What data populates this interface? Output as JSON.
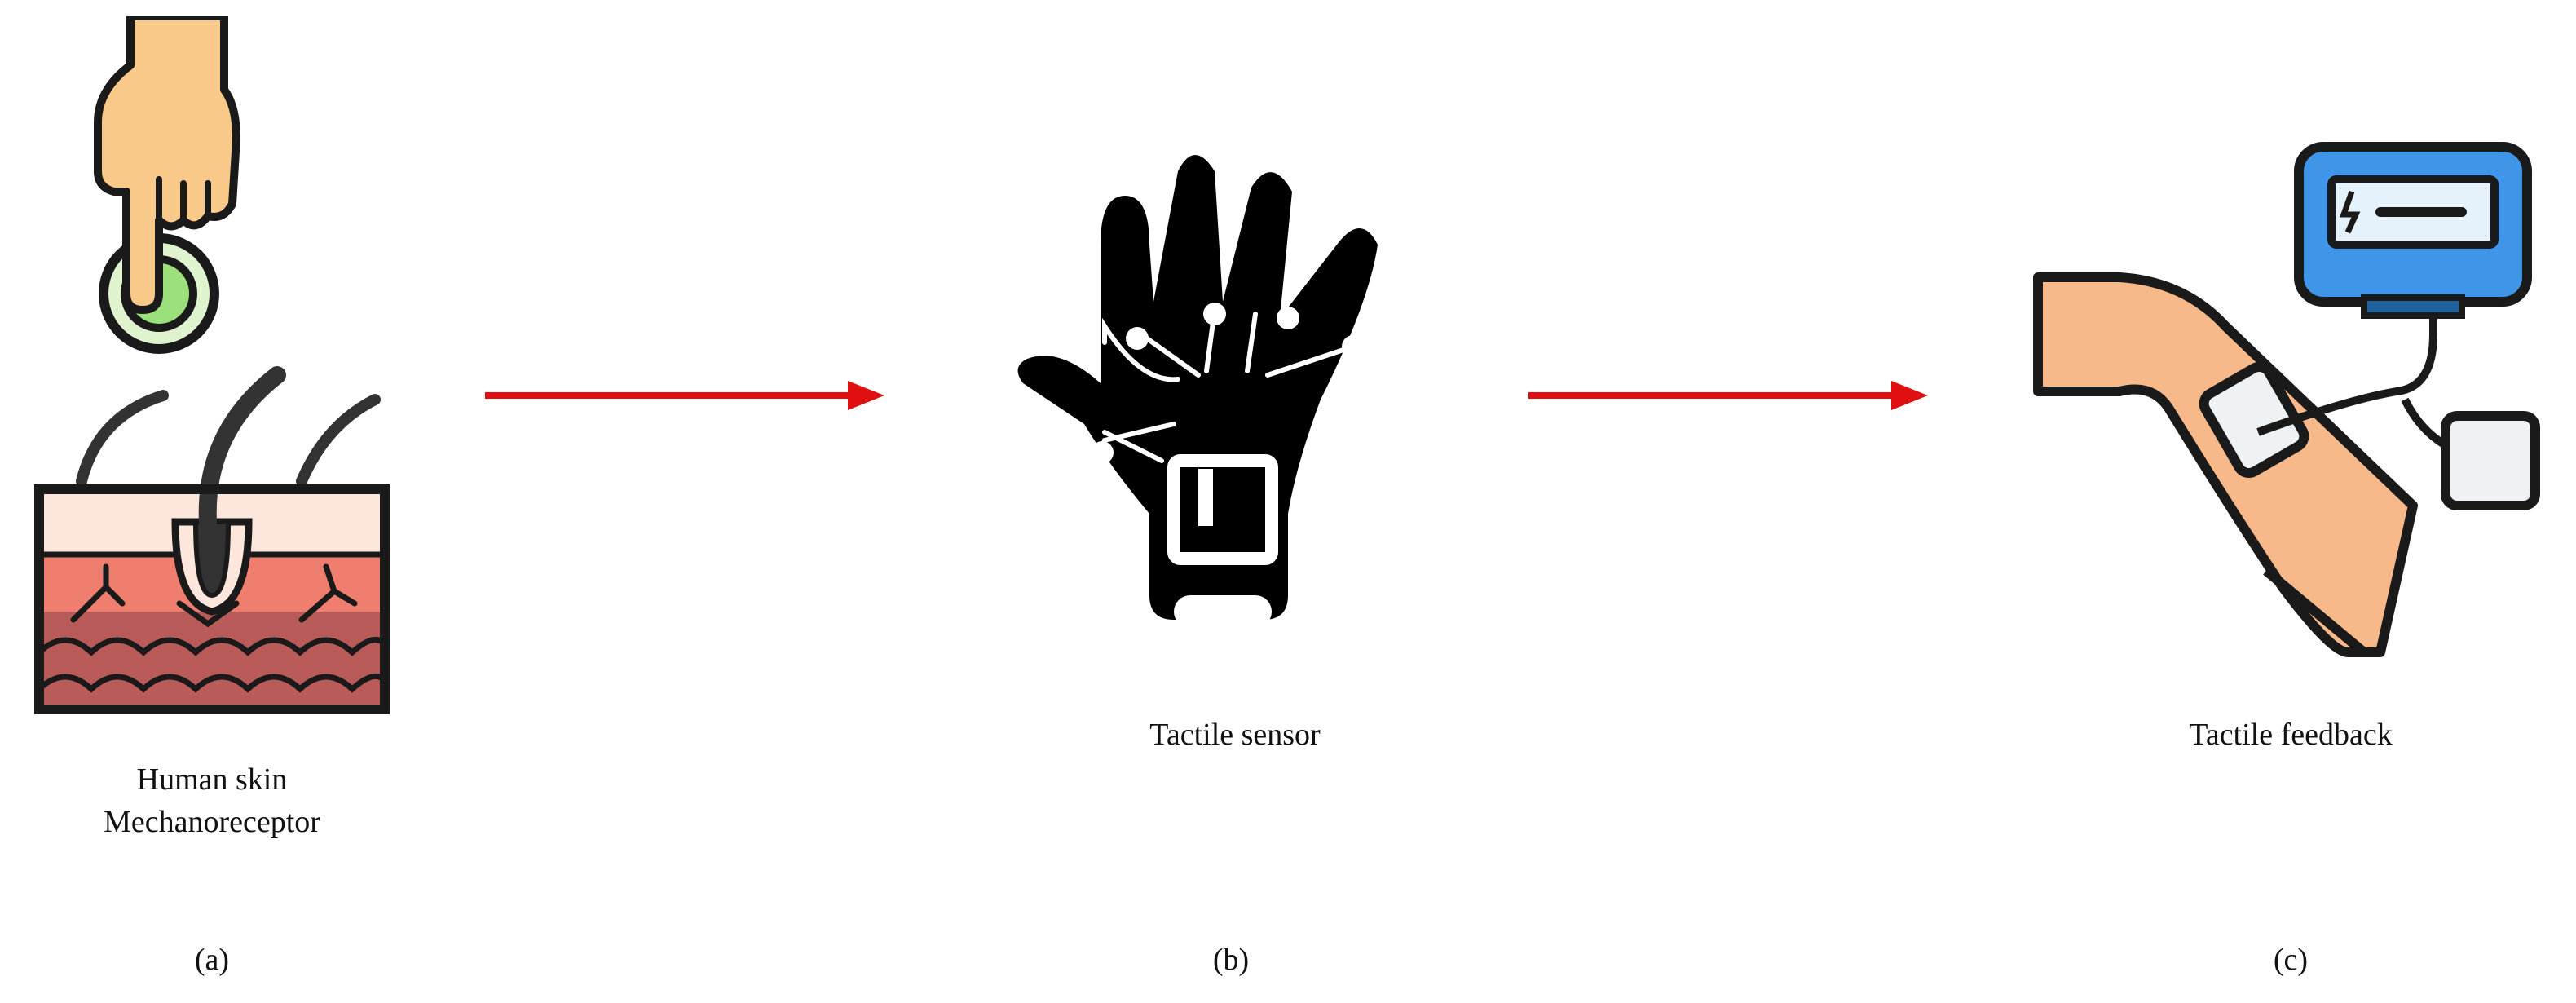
{
  "panels": [
    {
      "id": "a",
      "label_lines": [
        "Human skin",
        "Mechanoreceptor"
      ],
      "sublabel": "(a)"
    },
    {
      "id": "b",
      "label_lines": [
        "Tactile sensor"
      ],
      "sublabel": "(b)"
    },
    {
      "id": "c",
      "label_lines": [
        "Tactile feedback"
      ],
      "sublabel": "(c)"
    }
  ],
  "colors": {
    "arrow": "#e01010",
    "outline": "#1a1a1a",
    "finger_skin": "#f9c98a",
    "button_green": "#9be07a",
    "skin_top": "#fde6db",
    "skin_mid": "#ef7e6e",
    "skin_deep": "#b85b59",
    "hair": "#333333",
    "glove": "#000000",
    "arm_skin": "#f7b98a",
    "device_blue": "#3f95e8",
    "device_screen": "#e6f2fb",
    "pad": "#eef2f4"
  },
  "icons": {
    "a": [
      "finger-press-icon",
      "skin-cross-section-icon"
    ],
    "b": "sensor-glove-icon",
    "c": "tens-device-arm-icon"
  }
}
